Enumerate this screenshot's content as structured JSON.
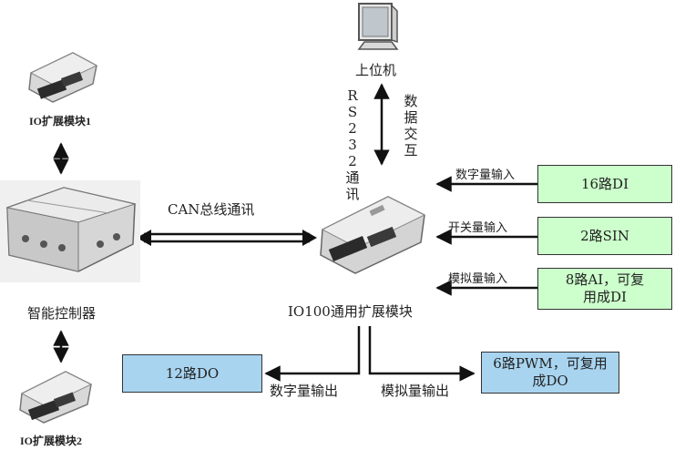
{
  "host_computer": {
    "label": "上位机"
  },
  "rs232": {
    "label": "RS232通讯"
  },
  "data_exchange": {
    "label": "数据交互"
  },
  "io_module_1": {
    "label": "IO扩展模块1"
  },
  "io_module_2": {
    "label": "IO扩展模块2"
  },
  "smart_controller": {
    "label": "智能控制器"
  },
  "can_bus": {
    "label": "CAN总线通讯"
  },
  "io100_module": {
    "label": "IO100通用扩展模块"
  },
  "inputs": [
    {
      "arrow_label": "数字量输入",
      "box_label": "16路DI"
    },
    {
      "arrow_label": "开关量输入",
      "box_label": "2路SIN"
    },
    {
      "arrow_label": "模拟量输入",
      "box_label": "8路AI，可复用成DI"
    }
  ],
  "outputs": [
    {
      "arrow_label": "数字量输出",
      "box_label": "12路DO"
    },
    {
      "arrow_label": "模拟量输出",
      "box_label": "6路PWM，可复用成DO"
    }
  ],
  "colors": {
    "input_box": "#ccffcc",
    "output_box": "#a8d4f0"
  }
}
